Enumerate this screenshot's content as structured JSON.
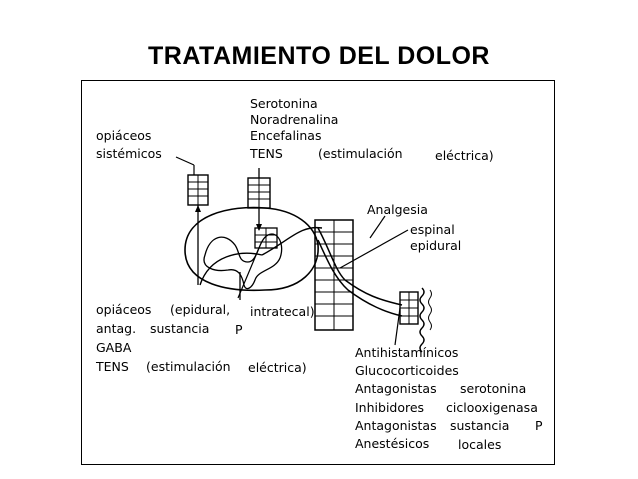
{
  "title": "TRATAMIENTO DEL DOLOR",
  "labels": {
    "top": [
      "Serotonina",
      "Noradrenalina",
      "Encefalinas",
      "TENS",
      "(estimulación",
      "eléctrica)"
    ],
    "left_top": [
      "opiáceos",
      "sistémicos"
    ],
    "analgesia": [
      "Analgesia",
      "espinal",
      "epidural"
    ],
    "bottom_left": [
      "opiáceos",
      "(epidural,",
      "intratecal)",
      "antag.",
      "sustancia",
      "P",
      "GABA",
      "TENS",
      "(estimulación",
      "eléctrica)"
    ],
    "bottom_right": [
      "Antihistamínicos",
      "Glucocorticoides",
      "Antagonistas",
      "serotonina",
      "Inhibidores",
      "ciclooxigenasa",
      "Antagonistas",
      "sustancia",
      "P",
      "Anestésicos",
      "locales"
    ]
  },
  "colors": {
    "ink": "#000000",
    "background": "#ffffff"
  }
}
